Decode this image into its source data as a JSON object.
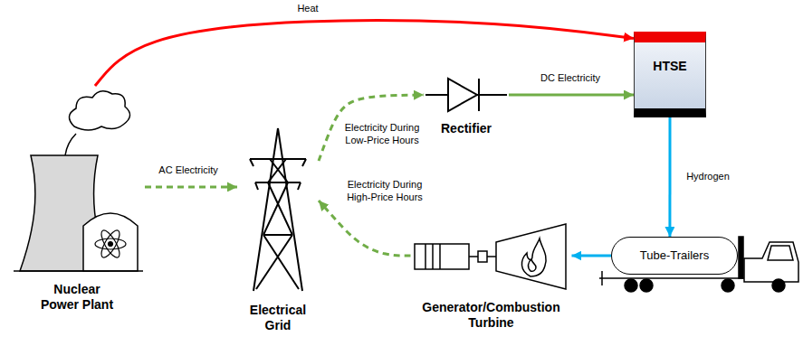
{
  "diagram": {
    "nodes": [
      {
        "text": [
          "Nuclear Power Plant"
        ]
      },
      {
        "text": [
          "Electrical Grid"
        ]
      },
      {
        "text": [
          "Rectifier"
        ]
      },
      {
        "text": [
          "HTSE"
        ]
      },
      {
        "text": [
          "Tube-Trailers"
        ]
      },
      {
        "text": [
          "Generator/Combustion Turbine"
        ]
      }
    ],
    "edges": [
      {
        "from": 0,
        "to": 3,
        "label": "Heat",
        "arrow": "to"
      },
      {
        "from": 0,
        "to": 1,
        "label": "AC Electricity",
        "arrow": "to"
      },
      {
        "from": 1,
        "to": 2,
        "label": "Electricity During Low-Price Hours",
        "arrow": "to"
      },
      {
        "from": 2,
        "to": 3,
        "label": "DC Electricity",
        "arrow": "to"
      },
      {
        "from": 3,
        "to": 4,
        "label": "Hydrogen",
        "arrow": "to"
      },
      {
        "from": 4,
        "to": 5,
        "arrow": "to"
      },
      {
        "from": 5,
        "to": 1,
        "label": "Electricity During High-Price Hours",
        "arrow": "to"
      }
    ]
  }
}
